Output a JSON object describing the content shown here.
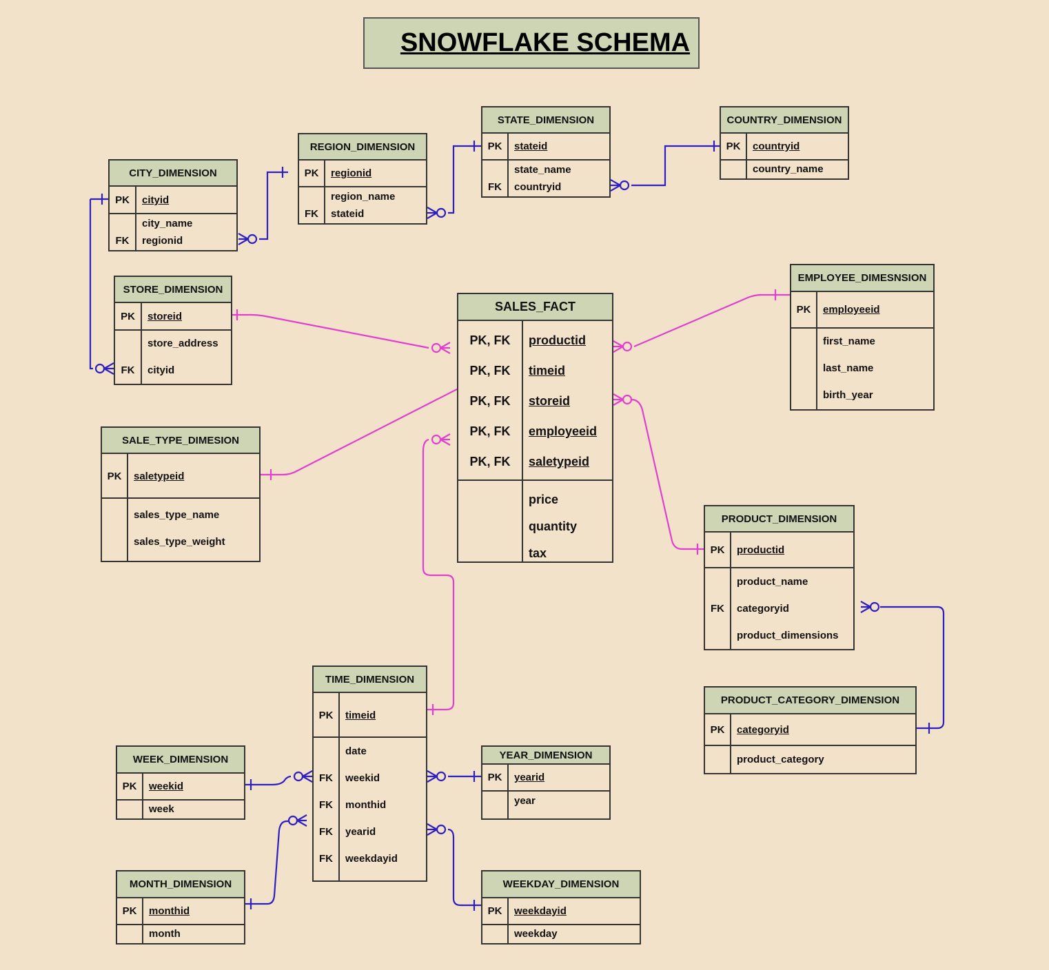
{
  "title": "SNOWFLAKE SCHEMA",
  "colors": {
    "background": "#f2e2c9",
    "header": "#cdd5b5",
    "fact_links": "#e23fd0",
    "dimension_links": "#2d1fc2"
  },
  "entities": {
    "city": {
      "name": "CITY_DIMENSION",
      "pk": [
        {
          "key": "PK",
          "col": "cityid"
        }
      ],
      "attrs": [
        {
          "key": "",
          "col": "city_name"
        },
        {
          "key": "FK",
          "col": "regionid"
        }
      ]
    },
    "region": {
      "name": "REGION_DIMENSION",
      "pk": [
        {
          "key": "PK",
          "col": "regionid"
        }
      ],
      "attrs": [
        {
          "key": "",
          "col": "region_name"
        },
        {
          "key": "FK",
          "col": "stateid"
        }
      ]
    },
    "state": {
      "name": "STATE_DIMENSION",
      "pk": [
        {
          "key": "PK",
          "col": "stateid"
        }
      ],
      "attrs": [
        {
          "key": "",
          "col": "state_name"
        },
        {
          "key": "FK",
          "col": "countryid"
        }
      ]
    },
    "country": {
      "name": "COUNTRY_DIMENSION",
      "pk": [
        {
          "key": "PK",
          "col": "countryid"
        }
      ],
      "attrs": [
        {
          "key": "",
          "col": "country_name"
        }
      ]
    },
    "store": {
      "name": "STORE_DIMENSION",
      "pk": [
        {
          "key": "PK",
          "col": "storeid"
        }
      ],
      "attrs": [
        {
          "key": "",
          "col": "store_address"
        },
        {
          "key": "FK",
          "col": "cityid"
        }
      ]
    },
    "employee": {
      "name": "EMPLOYEE_DIMESNSION",
      "pk": [
        {
          "key": "PK",
          "col": "employeeid"
        }
      ],
      "attrs": [
        {
          "key": "",
          "col": "first_name"
        },
        {
          "key": "",
          "col": "last_name"
        },
        {
          "key": "",
          "col": "birth_year"
        }
      ]
    },
    "sales_fact": {
      "name": "SALES_FACT",
      "pk": [
        {
          "key": "PK, FK",
          "col": "productid"
        },
        {
          "key": "PK, FK",
          "col": "timeid"
        },
        {
          "key": "PK, FK",
          "col": "storeid"
        },
        {
          "key": "PK, FK",
          "col": "employeeid"
        },
        {
          "key": "PK, FK",
          "col": "saletypeid"
        }
      ],
      "attrs": [
        {
          "key": "",
          "col": "price"
        },
        {
          "key": "",
          "col": "quantity"
        },
        {
          "key": "",
          "col": "tax"
        }
      ]
    },
    "sale_type": {
      "name": "SALE_TYPE_DIMESION",
      "pk": [
        {
          "key": "PK",
          "col": "saletypeid"
        }
      ],
      "attrs": [
        {
          "key": "",
          "col": "sales_type_name"
        },
        {
          "key": "",
          "col": "sales_type_weight"
        }
      ]
    },
    "product": {
      "name": "PRODUCT_DIMENSION",
      "pk": [
        {
          "key": "PK",
          "col": "productid"
        }
      ],
      "attrs": [
        {
          "key": "",
          "col": "product_name"
        },
        {
          "key": "FK",
          "col": "categoryid"
        },
        {
          "key": "",
          "col": "product_dimensions"
        }
      ]
    },
    "product_category": {
      "name": "PRODUCT_CATEGORY_DIMENSION",
      "pk": [
        {
          "key": "PK",
          "col": "categoryid"
        }
      ],
      "attrs": [
        {
          "key": "",
          "col": "product_category"
        }
      ]
    },
    "time": {
      "name": "TIME_DIMENSION",
      "pk": [
        {
          "key": "PK",
          "col": "timeid"
        }
      ],
      "attrs": [
        {
          "key": "",
          "col": "date"
        },
        {
          "key": "FK",
          "col": "weekid"
        },
        {
          "key": "FK",
          "col": "monthid"
        },
        {
          "key": "FK",
          "col": "yearid"
        },
        {
          "key": "FK",
          "col": "weekdayid"
        }
      ]
    },
    "week": {
      "name": "WEEK_DIMENSION",
      "pk": [
        {
          "key": "PK",
          "col": "weekid"
        }
      ],
      "attrs": [
        {
          "key": "",
          "col": "week"
        }
      ]
    },
    "year": {
      "name": "YEAR_DIMENSION",
      "pk": [
        {
          "key": "PK",
          "col": "yearid"
        }
      ],
      "attrs": [
        {
          "key": "",
          "col": "year"
        }
      ]
    },
    "month": {
      "name": "MONTH_DIMENSION",
      "pk": [
        {
          "key": "PK",
          "col": "monthid"
        }
      ],
      "attrs": [
        {
          "key": "",
          "col": "month"
        }
      ]
    },
    "weekday": {
      "name": "WEEKDAY_DIMENSION",
      "pk": [
        {
          "key": "PK",
          "col": "weekdayid"
        }
      ],
      "attrs": [
        {
          "key": "",
          "col": "weekday"
        }
      ]
    }
  }
}
